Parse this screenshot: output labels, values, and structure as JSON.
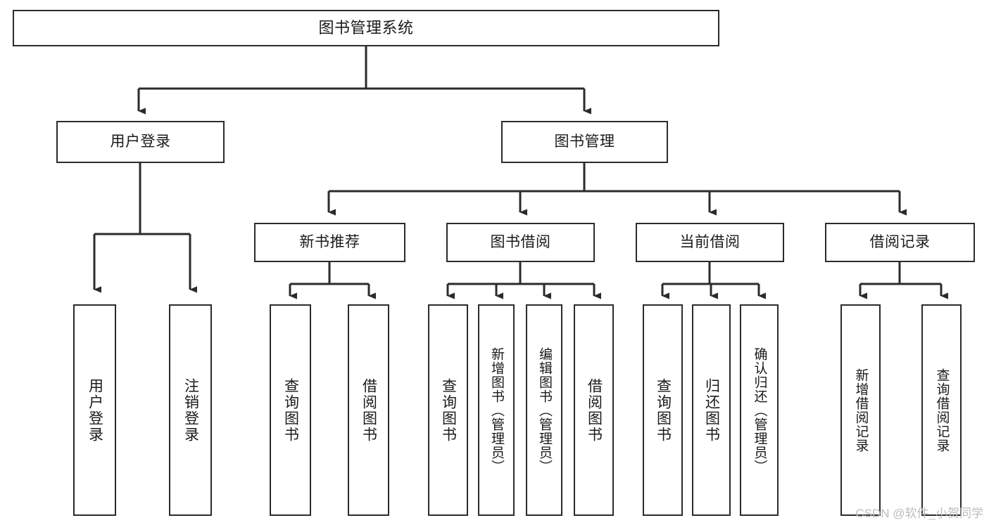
{
  "diagram": {
    "title": "图书管理系统",
    "type": "tree-hierarchy",
    "orientation": "top-down",
    "stroke_color": "#2b2b2b",
    "fill_color": "#ffffff",
    "text_color": "#1a1a1a"
  },
  "nodes": {
    "root": {
      "label": "图书管理系统",
      "level": 1
    },
    "l2": [
      {
        "id": "user-login",
        "label": "用户登录",
        "level": 2
      },
      {
        "id": "book-manage",
        "label": "图书管理",
        "level": 2
      }
    ],
    "l3": [
      {
        "id": "new-book-rec",
        "label": "新书推荐",
        "level": 3,
        "parent": "book-manage"
      },
      {
        "id": "book-borrow",
        "label": "图书借阅",
        "level": 3,
        "parent": "book-manage"
      },
      {
        "id": "current-borrow",
        "label": "当前借阅",
        "level": 3,
        "parent": "book-manage"
      },
      {
        "id": "borrow-record",
        "label": "借阅记录",
        "level": 3,
        "parent": "book-manage"
      }
    ],
    "leaves": [
      {
        "id": "leaf-user-login",
        "label": "用户登录",
        "parent": "user-login"
      },
      {
        "id": "leaf-logout",
        "label": "注销登录",
        "parent": "user-login"
      },
      {
        "id": "leaf-query-book-1",
        "label": "查询图书",
        "parent": "new-book-rec"
      },
      {
        "id": "leaf-borrow-book-1",
        "label": "借阅图书",
        "parent": "new-book-rec"
      },
      {
        "id": "leaf-query-book-2",
        "label": "查询图书",
        "parent": "book-borrow"
      },
      {
        "id": "leaf-add-book",
        "label": "新增图书（管理员）",
        "parent": "book-borrow"
      },
      {
        "id": "leaf-edit-book",
        "label": "编辑图书（管理员）",
        "parent": "book-borrow"
      },
      {
        "id": "leaf-borrow-book-2",
        "label": "借阅图书",
        "parent": "book-borrow"
      },
      {
        "id": "leaf-query-book-3",
        "label": "查询图书",
        "parent": "current-borrow"
      },
      {
        "id": "leaf-return-book",
        "label": "归还图书",
        "parent": "current-borrow"
      },
      {
        "id": "leaf-confirm-return",
        "label": "确认归还（管理员）",
        "parent": "current-borrow"
      },
      {
        "id": "leaf-add-record",
        "label": "新增借阅记录",
        "parent": "borrow-record"
      },
      {
        "id": "leaf-query-record",
        "label": "查询借阅记录",
        "parent": "borrow-record"
      }
    ]
  },
  "watermark": {
    "text": "CSDN @软件_小贺同学"
  }
}
